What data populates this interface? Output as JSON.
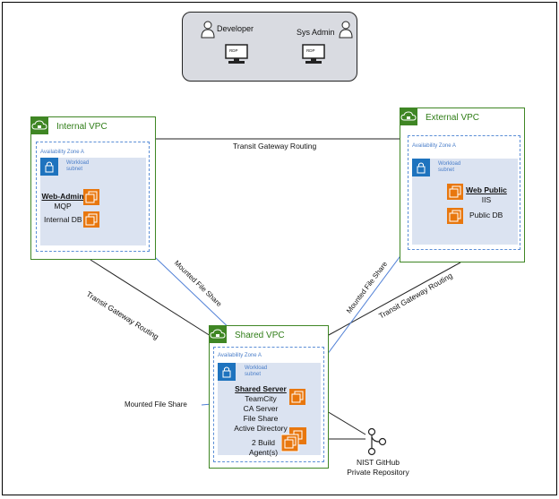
{
  "users": {
    "developer": "Developer",
    "sysadmin": "Sys Admin",
    "rdp": "RDP"
  },
  "internal_vpc": {
    "title": "Internal VPC",
    "az": "Availability Zone A",
    "subnet": [
      "Workload",
      "subnet"
    ],
    "web_admin": "Web-Admin",
    "mqp": "MQP",
    "internal_db": "Internal DB"
  },
  "external_vpc": {
    "title": "External VPC",
    "az": "Availability Zone A",
    "subnet": [
      "Workload",
      "subnet"
    ],
    "web_public": "Web Public",
    "iis": "IIS",
    "public_db": "Public DB"
  },
  "shared_vpc": {
    "title": "Shared VPC",
    "az": "Availability Zone A",
    "subnet": [
      "Workload",
      "subnet"
    ],
    "shared_server": "Shared Server",
    "services": [
      "TeamCity",
      "CA Server",
      "File Share",
      "Active Directory"
    ],
    "build_agents": [
      "2 Build",
      "Agent(s)"
    ]
  },
  "edges": {
    "tgw_top": "Transit Gateway Routing",
    "tgw_left": "Transit Gateway Routing",
    "tgw_right": "Transit Gateway Routing",
    "mfs_internal": "Mounted File Share",
    "mfs_external": "Mounted File Share",
    "mfs_shared": "Mounted File Share"
  },
  "github": {
    "line1": "NIST GitHub",
    "line2": "Private Repository"
  },
  "colors": {
    "vpc_green": "#3f8624",
    "subnet_blue": "#1e73be",
    "ec2_orange": "#e8770e",
    "link_blue": "#4f7fd6"
  }
}
